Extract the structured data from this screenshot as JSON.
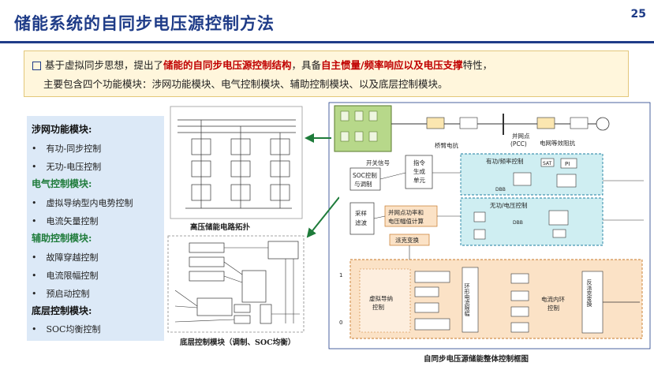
{
  "title": "储能系统的自同步电压源控制方法",
  "page_number": "25",
  "description": {
    "line1_a": "基于虚拟同步思想，提出了",
    "line1_hl1": "储能的自同步电压源控制结构",
    "line1_b": "，具备",
    "line1_hl2": "自主惯量/频率响应以及电压支撑",
    "line1_c": "特性，",
    "line2": "主要包含四个功能模块：涉网功能模块、电气控制模块、辅助控制模块、以及底层控制模块。"
  },
  "modules": {
    "grid_title": "涉网功能模块:",
    "grid_items": [
      "有功-同步控制",
      "无功-电压控制"
    ],
    "elec_title": "电气控制模块:",
    "elec_items": [
      "虚拟导纳型内电势控制",
      "电流矢量控制"
    ],
    "aux_title": "辅助控制模块:",
    "aux_items": [
      "故障穿越控制",
      "电流限幅控制",
      "预启动控制"
    ],
    "base_title": "底层控制模块:",
    "base_items": [
      "SOC均衡控制"
    ]
  },
  "captions": {
    "hv_topology": "高压储能电路拓扑",
    "base_ctrl": "底层控制模块（调制、SOC均衡）",
    "overall": "自同步电压源储能整体控制框图"
  },
  "diagram": {
    "bridge_reactance": "桥臂电抗",
    "pcc": "并网点",
    "pcc_abbr": "(PCC)",
    "grid_impedance": "电网等效阻抗",
    "switch_signal": "开关信号",
    "soc_ctrl": "SOC控制",
    "soc_ctrl2": "与调制",
    "cmd_gen": "指令",
    "cmd_gen2": "生成",
    "cmd_gen3": "单元",
    "pf_ctrl": "有功/频率控制",
    "qv_ctrl": "无功/电压控制",
    "sample": "采样",
    "sample2": "滤波",
    "power_calc": "并网点功率和",
    "power_calc2": "电压幅值计算",
    "park": "派克变换",
    "admittance": "虚拟导纳",
    "admittance2": "控制",
    "ring_limit": "环形电流限幅",
    "current_loop": "电流内环",
    "current_loop2": "控制",
    "inv_park": "反派克变换",
    "pi": "PI",
    "dbb": "DBB",
    "sat": "SAT",
    "one": "1",
    "zero": "0"
  },
  "colors": {
    "accent": "#1f3c88",
    "highlight": "#c00000",
    "module_bg": "#dce9f7",
    "desc_bg": "#fff6dc",
    "green_arrow": "#1e7b3a",
    "block_green": "#b7d88a",
    "block_cyan": "#cfeef2",
    "block_orange": "#fbe2c6"
  }
}
